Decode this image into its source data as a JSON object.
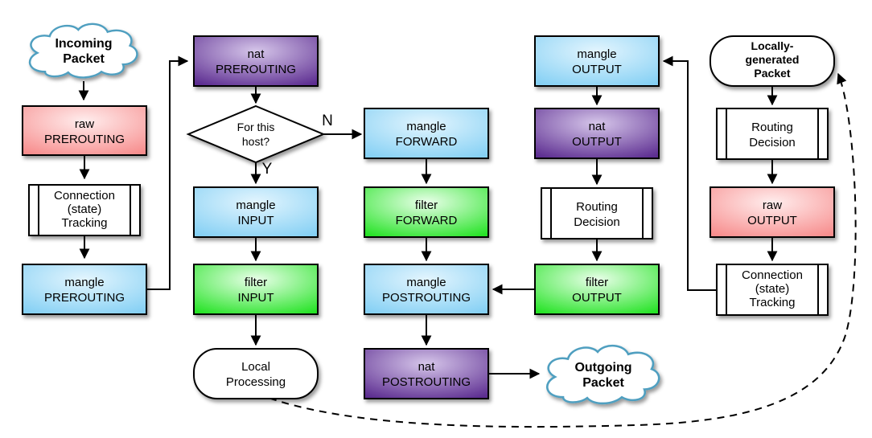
{
  "diagram": {
    "description": "iptables netfilter packet flow diagram",
    "branch_labels": {
      "no": "N",
      "yes": "Y"
    },
    "nodes": {
      "incoming_packet": {
        "line1": "Incoming",
        "line2": "Packet"
      },
      "raw_prerouting": {
        "line1": "raw",
        "line2": "PREROUTING"
      },
      "connection_tracking_in": {
        "line1": "Connection",
        "line2": "(state)",
        "line3": "Tracking"
      },
      "mangle_prerouting": {
        "line1": "mangle",
        "line2": "PREROUTING"
      },
      "nat_prerouting": {
        "line1": "nat",
        "line2": "PREROUTING"
      },
      "for_this_host": {
        "line1": "For this",
        "line2": "host?"
      },
      "mangle_input": {
        "line1": "mangle",
        "line2": "INPUT"
      },
      "filter_input": {
        "line1": "filter",
        "line2": "INPUT"
      },
      "local_processing": {
        "line1": "Local",
        "line2": "Processing"
      },
      "mangle_forward": {
        "line1": "mangle",
        "line2": "FORWARD"
      },
      "filter_forward": {
        "line1": "filter",
        "line2": "FORWARD"
      },
      "mangle_postrouting": {
        "line1": "mangle",
        "line2": "POSTROUTING"
      },
      "nat_postrouting": {
        "line1": "nat",
        "line2": "POSTROUTING"
      },
      "outgoing_packet": {
        "line1": "Outgoing",
        "line2": "Packet"
      },
      "mangle_output": {
        "line1": "mangle",
        "line2": "OUTPUT"
      },
      "nat_output": {
        "line1": "nat",
        "line2": "OUTPUT"
      },
      "routing_decision_out": {
        "line1": "Routing",
        "line2": "Decision"
      },
      "filter_output": {
        "line1": "filter",
        "line2": "OUTPUT"
      },
      "locally_generated_packet": {
        "line1": "Locally-",
        "line2": "generated",
        "line3": "Packet"
      },
      "routing_decision_local": {
        "line1": "Routing",
        "line2": "Decision"
      },
      "raw_output": {
        "line1": "raw",
        "line2": "OUTPUT"
      },
      "connection_tracking_out": {
        "line1": "Connection",
        "line2": "(state)",
        "line3": "Tracking"
      }
    },
    "colors": {
      "pink_center": "#ffeded",
      "pink_edge": "#f78d8d",
      "blue_center": "#e3f5fe",
      "blue_edge": "#85d0f4",
      "green_center": "#e9ffe9",
      "green_edge": "#27e327",
      "purple_center": "#d6c6ea",
      "purple_edge": "#5d2e91",
      "cloud_stroke": "#4f9fc0",
      "line": "#000000",
      "background": "#ffffff"
    }
  }
}
